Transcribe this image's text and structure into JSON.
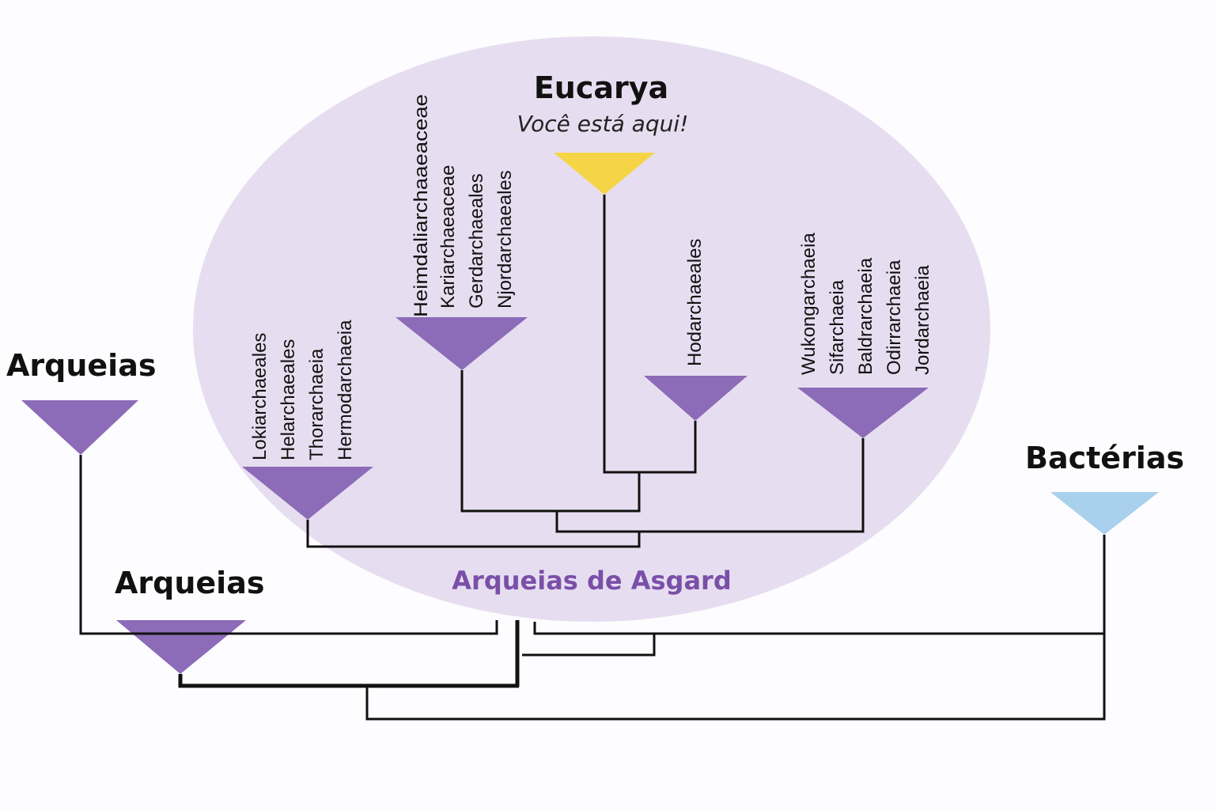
{
  "labels": {
    "eucarya_title": "Eucarya",
    "eucarya_subtitle": "Você está aqui!",
    "asgard_label": "Arqueias de Asgard",
    "archaea_top": "Arqueias",
    "archaea_bottom": "Arqueias",
    "bacteria": "Bactérias"
  },
  "clades": {
    "loki": [
      "Lokiarchaeales",
      "Helarchaeales",
      "Thorarchaeia",
      "Hermodarchaeia"
    ],
    "heimdall": [
      "Heimdaliarchaaeaceae",
      "Kariarchaeaceae",
      "Gerdarchaeales",
      "Njordarchaeales"
    ],
    "hod": [
      "Hodarchaeales"
    ],
    "wukong": [
      "Wukongarchaeia",
      "Sifarchaeia",
      "Baldrarchaeia",
      "Odirrarchaeia",
      "Jordarchaeia"
    ]
  },
  "colors": {
    "asgard_ellipse": "#e6def0",
    "asgard_triangle": "#8c6bb8",
    "asgard_text": "#7a4fa8",
    "eucarya_triangle": "#f5d546",
    "bacteria_triangle": "#a9d0ec",
    "lines": "#111111"
  }
}
